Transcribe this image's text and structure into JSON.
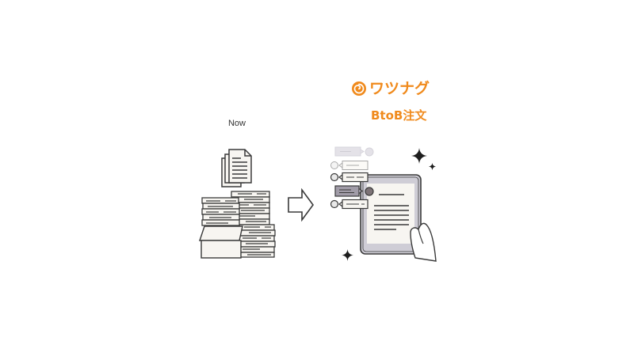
{
  "left_panel": {
    "label": "Now",
    "icons": [
      "documents-stack-icon",
      "paper-piles-icon",
      "cardboard-box-icon"
    ]
  },
  "center": {
    "icon": "arrow-right-icon"
  },
  "right_panel": {
    "brand": {
      "logo_icon": "spiral-logo-icon",
      "name": "ワツナグ",
      "subtitle": "BtoB注文",
      "color": "#F08A1C"
    },
    "icons": [
      "tablet-icon",
      "hand-icon",
      "chat-bubbles-icon",
      "sparkle-icon"
    ]
  },
  "colors": {
    "line": "#3a3a3a",
    "paper": "#f7f5f1",
    "tablet_frame": "#cfcdd6",
    "bubble_gray": "#d8d6dc",
    "accent": "#F08A1C"
  }
}
